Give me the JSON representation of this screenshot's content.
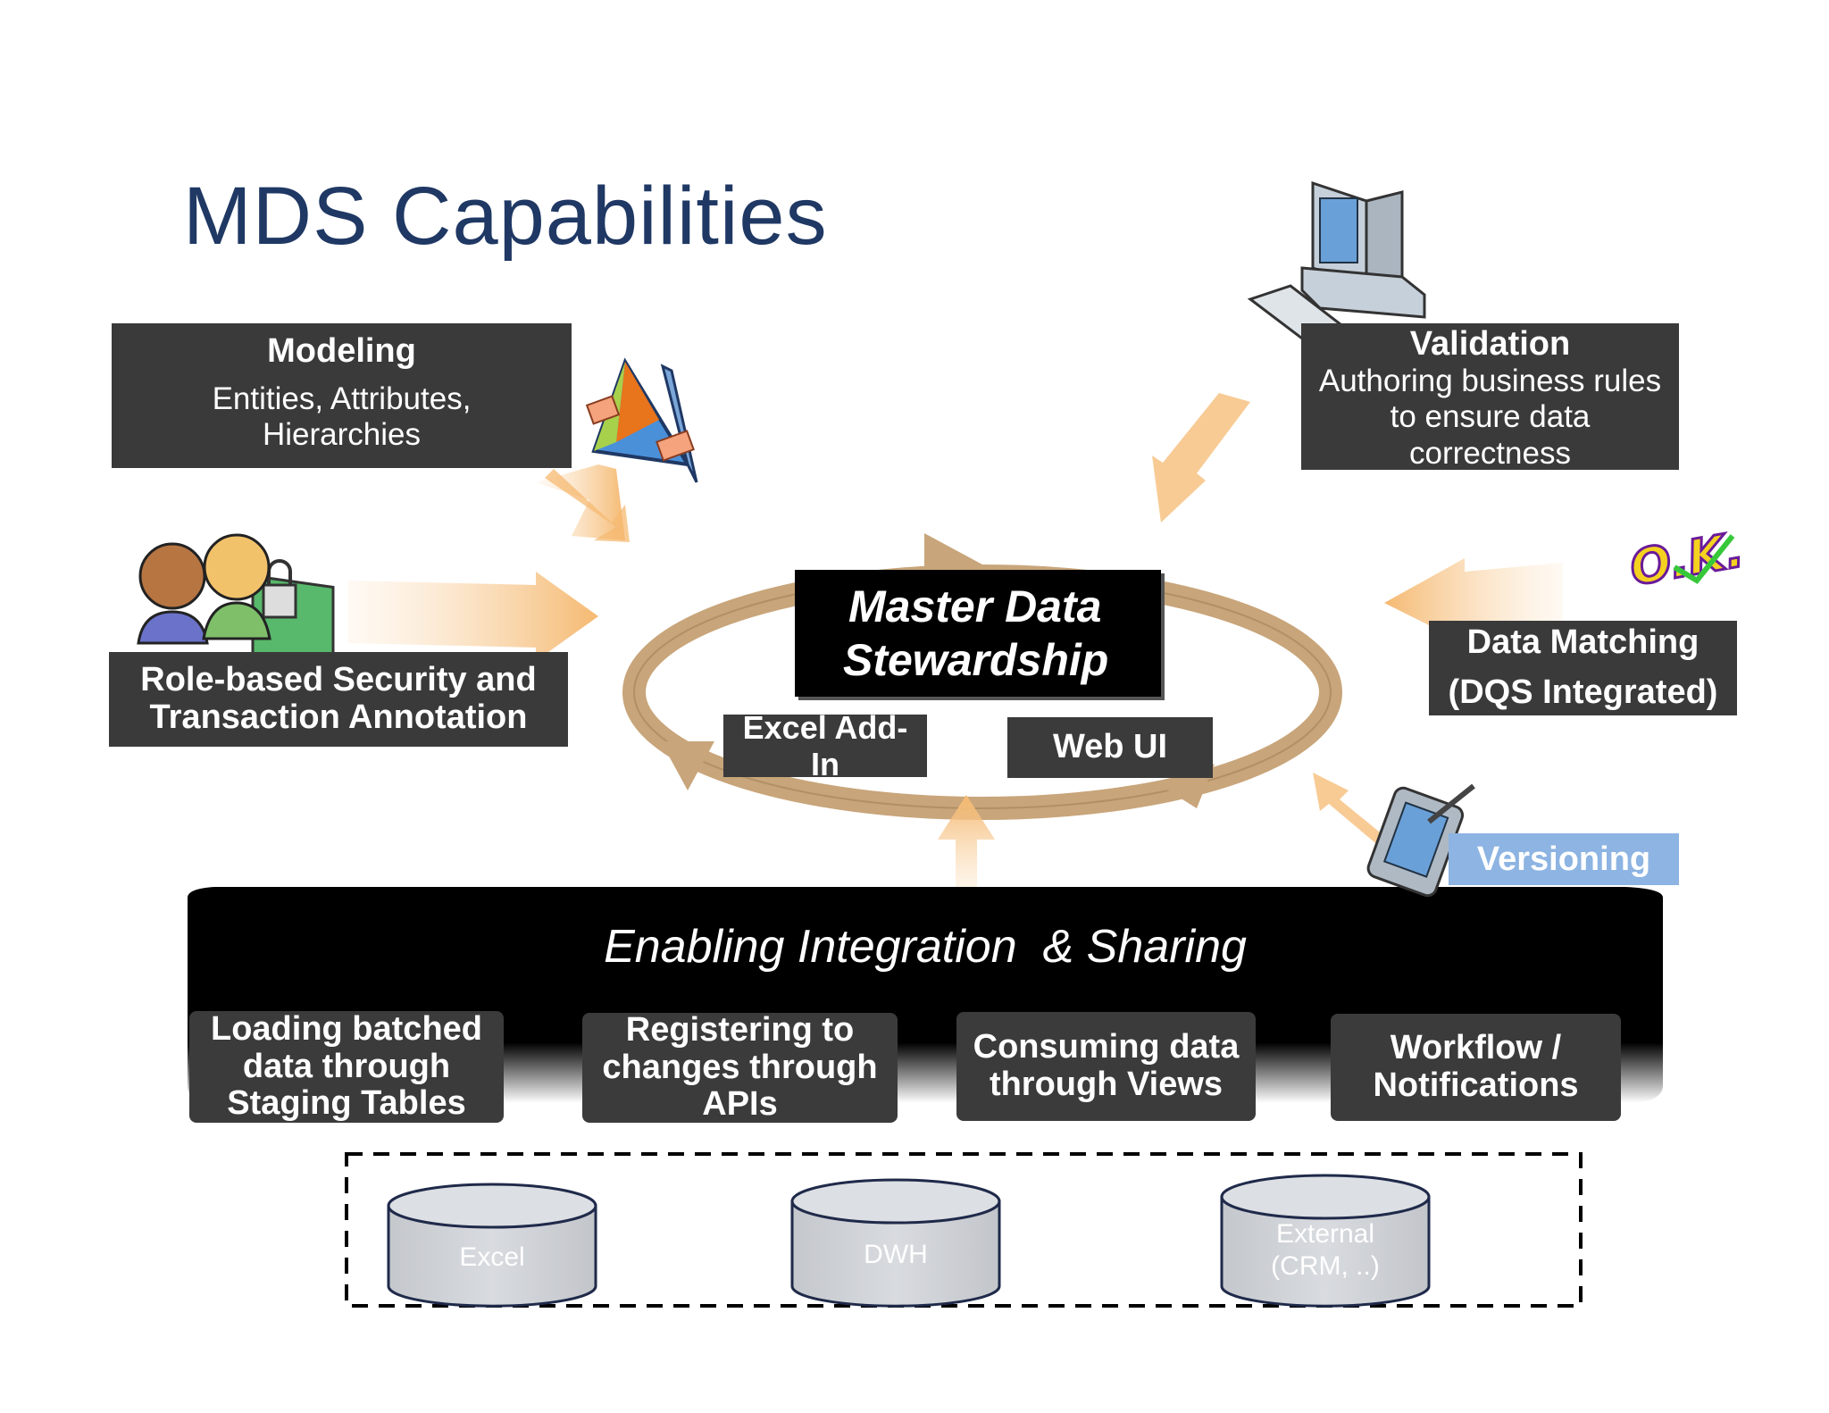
{
  "title": "MDS Capabilities",
  "modeling": {
    "heading": "Modeling",
    "line1": "Entities, Attributes,",
    "line2": "Hierarchies"
  },
  "validation": {
    "heading": "Validation",
    "line1": "Authoring business rules",
    "line2": "to ensure data",
    "line3": "correctness"
  },
  "security": {
    "line1": "Role-based Security and",
    "line2": "Transaction Annotation"
  },
  "matching": {
    "line1": "Data Matching",
    "line2": "(DQS Integrated)"
  },
  "center": {
    "line1": "Master Data",
    "line2": "Stewardship"
  },
  "excel_addin": {
    "line1": "Excel Add-",
    "line2": "In"
  },
  "web_ui": "Web UI",
  "versioning": "Versioning",
  "ok_badge": "O.K.",
  "integration": {
    "title": "Enabling Integration  & Sharing",
    "items": [
      {
        "line1": "Loading batched",
        "line2": "data through",
        "line3": "Staging Tables"
      },
      {
        "line1": "Registering to",
        "line2": "changes through",
        "line3": "APIs"
      },
      {
        "line1": "Consuming data",
        "line2": "through Views"
      },
      {
        "line1": "Workflow /",
        "line2": "Notifications"
      }
    ]
  },
  "sources": [
    {
      "line1": "Excel"
    },
    {
      "line1": "DWH"
    },
    {
      "line1": "External",
      "line2": "(CRM, ..)"
    }
  ],
  "colors": {
    "title": "#1f3864",
    "box_bg": "#3a3a3a",
    "ring": "#c8a57a",
    "arrow": "#f7c98f",
    "versioning_bg": "#8db4e2",
    "cylinder": "#cfd2d6"
  }
}
